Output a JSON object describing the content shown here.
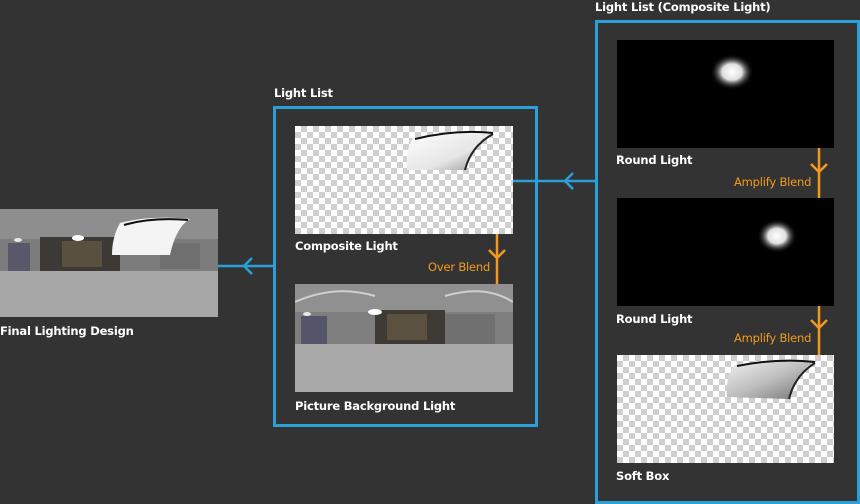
{
  "titles": {
    "light_list": "Light List",
    "composite_list": "Light List (Composite Light)"
  },
  "labels": {
    "final": "Final Lighting Design",
    "composite": "Composite Light",
    "background": "Picture Background Light",
    "round1": "Round Light",
    "round2": "Round Light",
    "softbox": "Soft Box"
  },
  "blends": {
    "over": "Over Blend",
    "amplify1": "Amplify Blend",
    "amplify2": "Amplify Blend"
  },
  "colors": {
    "background": "#333333",
    "frame": "#2b9fd9",
    "blend_arrow": "#f39a1e",
    "text": "#ffffff"
  }
}
